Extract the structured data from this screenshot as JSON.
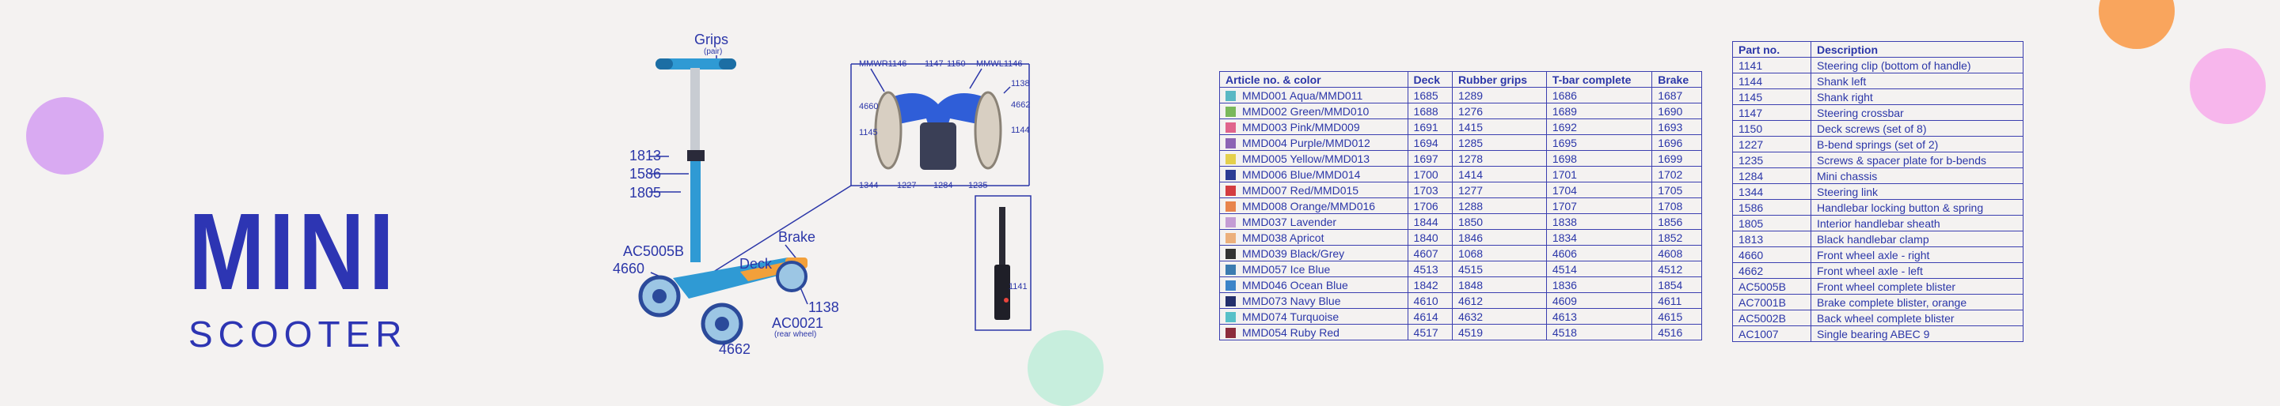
{
  "brand": {
    "title": "MINI",
    "subtitle": "SCOOTER"
  },
  "colors": {
    "accent": "#2d35b3",
    "background": "#f4f2f1"
  },
  "diagram": {
    "labels": {
      "grips": "Grips",
      "grips_note": "(pair)",
      "p1813": "1813",
      "p1586": "1586",
      "p1805": "1805",
      "ac5005b": "AC5005B",
      "p4660": "4660",
      "deck": "Deck",
      "brake": "Brake",
      "p1138": "1138",
      "ac0021": "AC0021",
      "ac0021_note": "(rear wheel)",
      "p4662": "4662"
    },
    "detail": {
      "mmwr1146": "MMWR1146",
      "p1147": "1147",
      "p1150": "1150",
      "mmwl1146": "MMWL1146",
      "p1138": "1138",
      "p4660": "4660",
      "p4662": "4662",
      "p1145": "1145",
      "p1144": "1144",
      "p1344": "1344",
      "p1227": "1227",
      "p1284": "1284",
      "p1235": "1235",
      "p1141": "1141"
    }
  },
  "article_table": {
    "headers": [
      "Article no. & color",
      "Deck",
      "Rubber grips",
      "T-bar complete",
      "Brake"
    ],
    "rows": [
      {
        "color": "#5ab8c4",
        "name": "MMD001 Aqua/MMD011",
        "deck": "1685",
        "grips": "1289",
        "tbar": "1686",
        "brake": "1687"
      },
      {
        "color": "#7ab85a",
        "name": "MMD002 Green/MMD010",
        "deck": "1688",
        "grips": "1276",
        "tbar": "1689",
        "brake": "1690"
      },
      {
        "color": "#e0648c",
        "name": "MMD003 Pink/MMD009",
        "deck": "1691",
        "grips": "1415",
        "tbar": "1692",
        "brake": "1693"
      },
      {
        "color": "#8c64b4",
        "name": "MMD004 Purple/MMD012",
        "deck": "1694",
        "grips": "1285",
        "tbar": "1695",
        "brake": "1696"
      },
      {
        "color": "#e4d04c",
        "name": "MMD005 Yellow/MMD013",
        "deck": "1697",
        "grips": "1278",
        "tbar": "1698",
        "brake": "1699"
      },
      {
        "color": "#2c3c94",
        "name": "MMD006 Blue/MMD014",
        "deck": "1700",
        "grips": "1414",
        "tbar": "1701",
        "brake": "1702"
      },
      {
        "color": "#d43c40",
        "name": "MMD007 Red/MMD015",
        "deck": "1703",
        "grips": "1277",
        "tbar": "1704",
        "brake": "1705"
      },
      {
        "color": "#e8844c",
        "name": "MMD008 Orange/MMD016",
        "deck": "1706",
        "grips": "1288",
        "tbar": "1707",
        "brake": "1708"
      },
      {
        "color": "#c49cd4",
        "name": "MMD037 Lavender",
        "deck": "1844",
        "grips": "1850",
        "tbar": "1838",
        "brake": "1856"
      },
      {
        "color": "#ecb07c",
        "name": "MMD038 Apricot",
        "deck": "1840",
        "grips": "1846",
        "tbar": "1834",
        "brake": "1852"
      },
      {
        "color": "#333333",
        "name": "MMD039 Black/Grey",
        "deck": "4607",
        "grips": "1068",
        "tbar": "4606",
        "brake": "4608"
      },
      {
        "color": "#3c7cb0",
        "name": "MMD057 Ice Blue",
        "deck": "4513",
        "grips": "4515",
        "tbar": "4514",
        "brake": "4512"
      },
      {
        "color": "#3c84c8",
        "name": "MMD046 Ocean Blue",
        "deck": "1842",
        "grips": "1848",
        "tbar": "1836",
        "brake": "1854"
      },
      {
        "color": "#24306c",
        "name": "MMD073 Navy Blue",
        "deck": "4610",
        "grips": "4612",
        "tbar": "4609",
        "brake": "4611"
      },
      {
        "color": "#58c0c8",
        "name": "MMD074 Turquoise",
        "deck": "4614",
        "grips": "4632",
        "tbar": "4613",
        "brake": "4615"
      },
      {
        "color": "#8c2c3c",
        "name": "MMD054 Ruby Red",
        "deck": "4517",
        "grips": "4519",
        "tbar": "4518",
        "brake": "4516"
      }
    ]
  },
  "parts_table": {
    "headers": [
      "Part no.",
      "Description"
    ],
    "rows": [
      {
        "part": "1141",
        "desc": "Steering clip (bottom of handle)"
      },
      {
        "part": "1144",
        "desc": "Shank left"
      },
      {
        "part": "1145",
        "desc": "Shank right"
      },
      {
        "part": "1147",
        "desc": "Steering crossbar"
      },
      {
        "part": "1150",
        "desc": "Deck screws (set of 8)"
      },
      {
        "part": "1227",
        "desc": "B-bend springs (set of 2)"
      },
      {
        "part": "1235",
        "desc": "Screws & spacer plate for b-bends"
      },
      {
        "part": "1284",
        "desc": "Mini chassis"
      },
      {
        "part": "1344",
        "desc": "Steering link"
      },
      {
        "part": "1586",
        "desc": "Handlebar locking button & spring"
      },
      {
        "part": "1805",
        "desc": "Interior handlebar sheath"
      },
      {
        "part": "1813",
        "desc": "Black handlebar clamp"
      },
      {
        "part": "4660",
        "desc": "Front wheel axle - right"
      },
      {
        "part": "4662",
        "desc": "Front wheel axle - left"
      },
      {
        "part": "AC5005B",
        "desc": "Front wheel complete blister"
      },
      {
        "part": "AC7001B",
        "desc": "Brake complete blister, orange"
      },
      {
        "part": "AC5002B",
        "desc": "Back wheel complete blister"
      },
      {
        "part": "AC1007",
        "desc": "Single bearing ABEC 9"
      }
    ]
  }
}
